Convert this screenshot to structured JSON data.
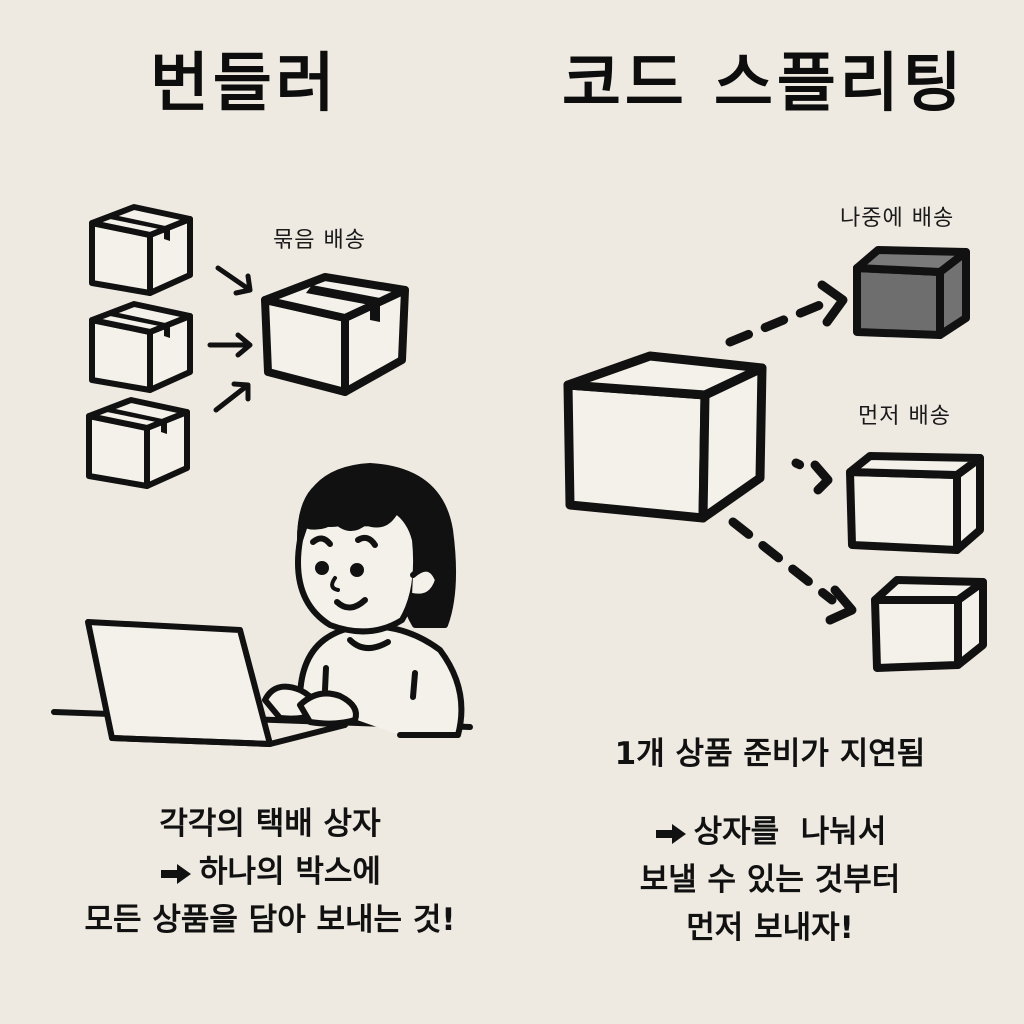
{
  "left_panel": {
    "title": "번들러",
    "bundle_label": "묶음 배송",
    "caption": {
      "line1": "각각의 택배 상자",
      "line2": "하나의 박스에",
      "line3": "모든 상품을 담아 보내는 것!"
    },
    "icons": [
      "small-box-icon",
      "small-box-icon",
      "small-box-icon",
      "arrow-icon",
      "large-box-icon",
      "person-at-laptop-illustration"
    ]
  },
  "right_panel": {
    "title": "코드 스플리팅",
    "later_label": "나중에 배송",
    "first_label": "먼저 배송",
    "caption": {
      "line1": "1개 상품 준비가 지연됨",
      "line2": "상자를  나눠서",
      "line3": "보낼 수 있는 것부터",
      "line4": "먼저 보내자!"
    },
    "icons": [
      "large-cube-icon",
      "dashed-arrow-icon",
      "gray-cube-icon",
      "white-cube-icon"
    ]
  },
  "colors": {
    "background": "#eeeae1",
    "ink": "#111111",
    "delayed_box": "#6e6e6e"
  }
}
